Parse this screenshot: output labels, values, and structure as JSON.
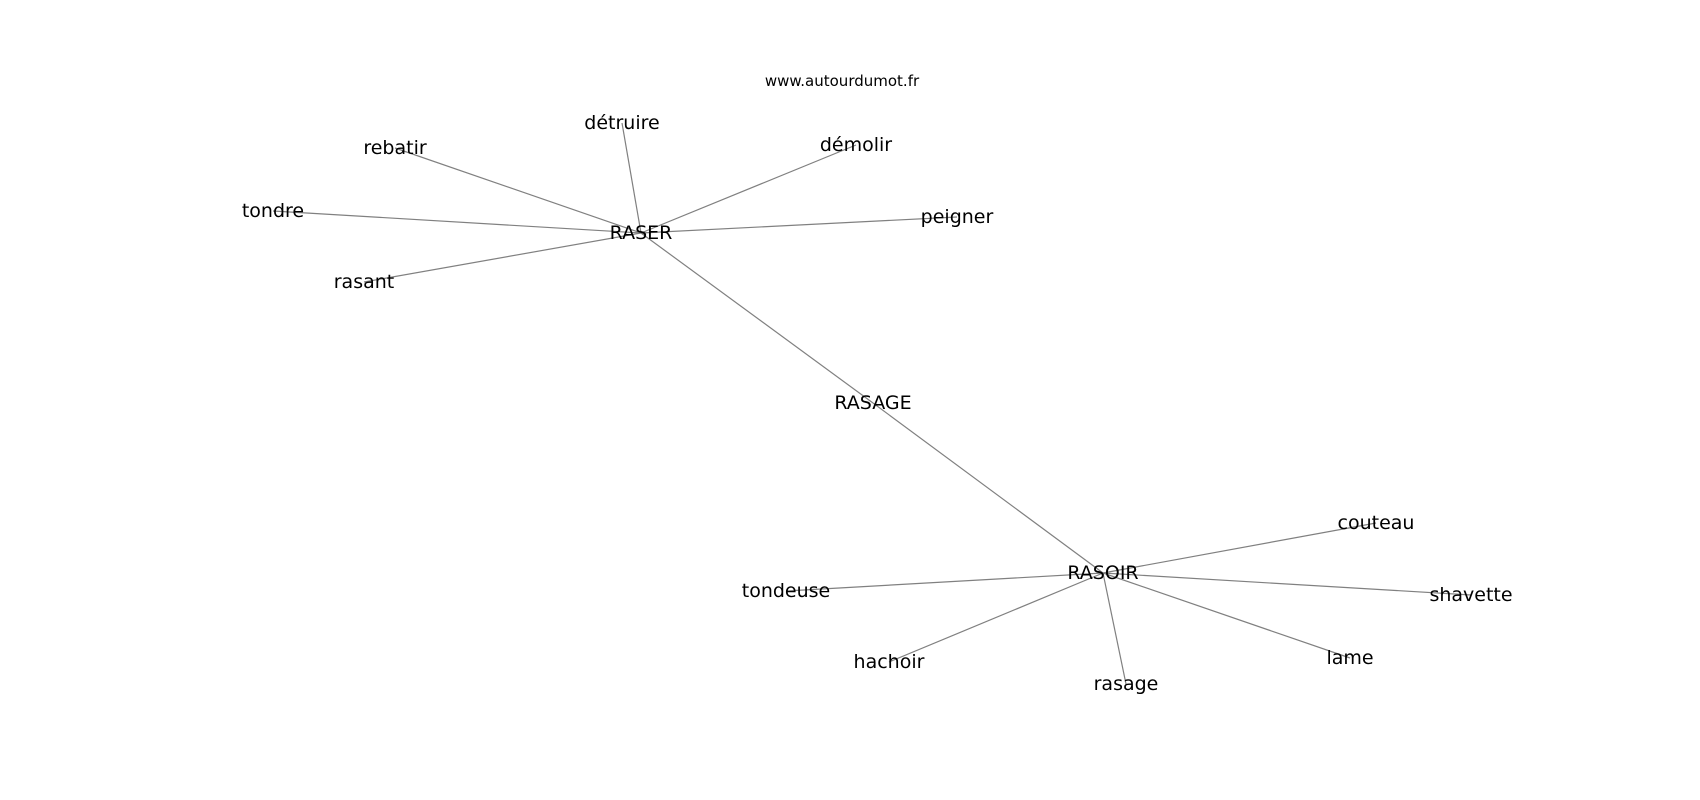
{
  "watermark": "www.autourdumot.fr",
  "colors": {
    "edge": "#808080",
    "text": "#000000",
    "background": "#ffffff"
  },
  "nodes": [
    {
      "id": "RASAGE",
      "label": "RASAGE"
    },
    {
      "id": "RASER",
      "label": "RASER"
    },
    {
      "id": "RASOIR",
      "label": "RASOIR"
    },
    {
      "id": "detruire",
      "label": "détruire"
    },
    {
      "id": "rebatir",
      "label": "rebatir"
    },
    {
      "id": "demolir",
      "label": "démolir"
    },
    {
      "id": "tondre",
      "label": "tondre"
    },
    {
      "id": "peigner",
      "label": "peigner"
    },
    {
      "id": "rasant",
      "label": "rasant"
    },
    {
      "id": "couteau",
      "label": "couteau"
    },
    {
      "id": "tondeuse",
      "label": "tondeuse"
    },
    {
      "id": "shavette",
      "label": "shavette"
    },
    {
      "id": "lame",
      "label": "lame"
    },
    {
      "id": "hachoir",
      "label": "hachoir"
    },
    {
      "id": "rasage",
      "label": "rasage"
    }
  ],
  "edges": [
    [
      "RASER",
      "RASAGE"
    ],
    [
      "RASAGE",
      "RASOIR"
    ],
    [
      "RASER",
      "detruire"
    ],
    [
      "RASER",
      "rebatir"
    ],
    [
      "RASER",
      "demolir"
    ],
    [
      "RASER",
      "tondre"
    ],
    [
      "RASER",
      "peigner"
    ],
    [
      "RASER",
      "rasant"
    ],
    [
      "RASOIR",
      "couteau"
    ],
    [
      "RASOIR",
      "tondeuse"
    ],
    [
      "RASOIR",
      "shavette"
    ],
    [
      "RASOIR",
      "lame"
    ],
    [
      "RASOIR",
      "hachoir"
    ],
    [
      "RASOIR",
      "rasage"
    ]
  ]
}
